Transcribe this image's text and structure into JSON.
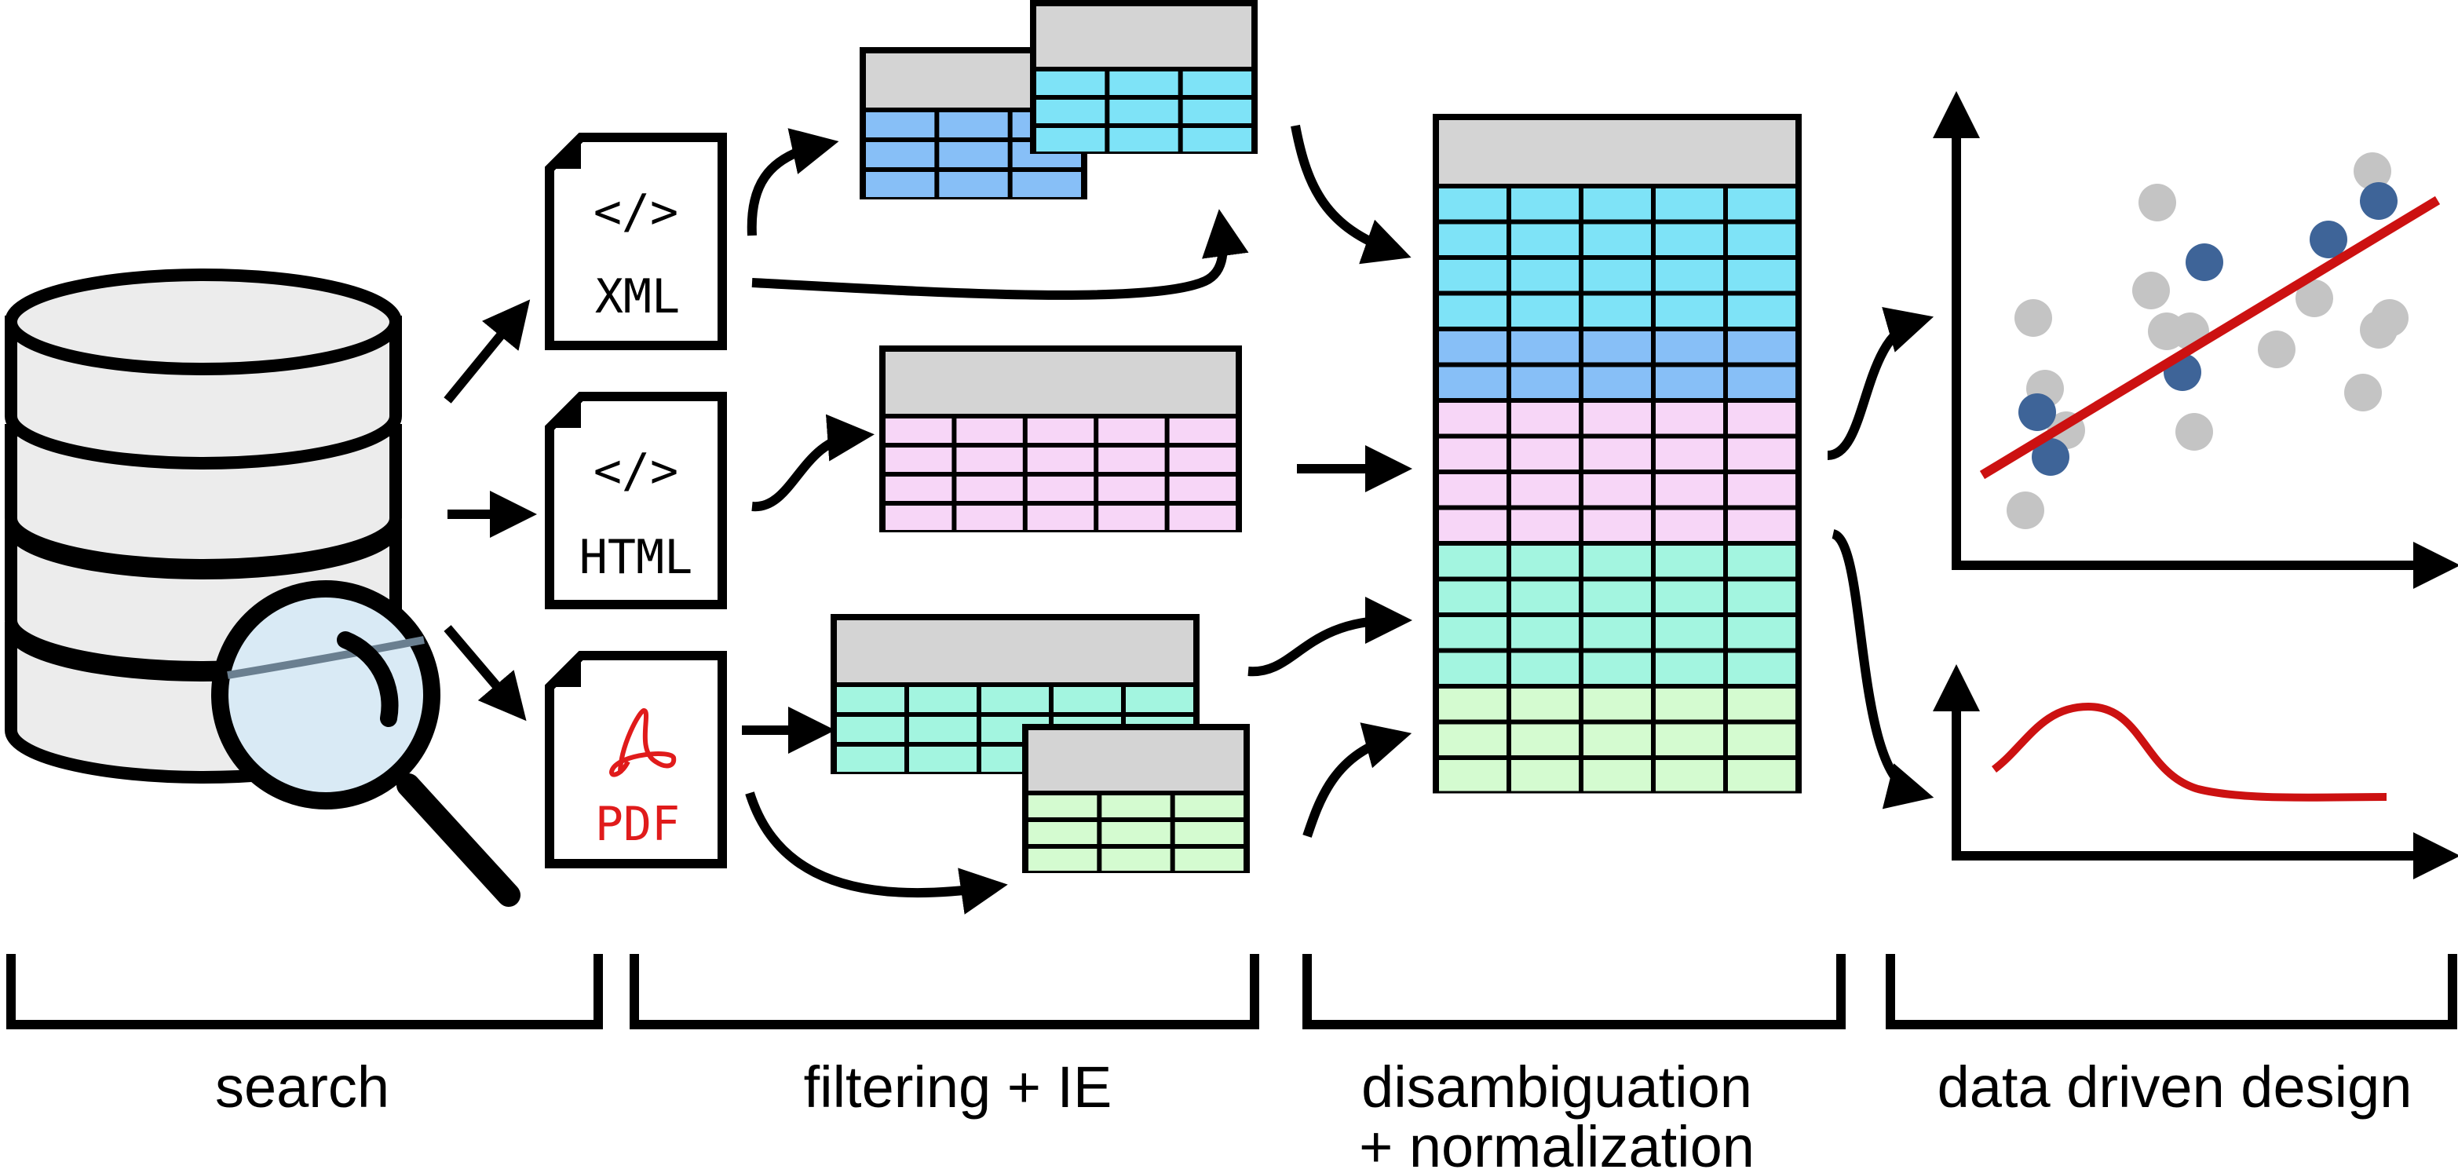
{
  "stages": [
    {
      "label": "search"
    },
    {
      "label": "filtering + IE"
    },
    {
      "label": "disambiguation",
      "label_line2": "+ normalization"
    },
    {
      "label": "data driven design"
    }
  ],
  "documents": [
    {
      "type": "XML",
      "icon": "code-icon",
      "label_color": "#000000"
    },
    {
      "type": "HTML",
      "icon": "code-icon",
      "label_color": "#000000"
    },
    {
      "type": "PDF",
      "icon": "acrobat-icon",
      "label_color": "#e01b1b"
    }
  ],
  "colors": {
    "header_gray": "#d4d4d4",
    "cyan": "#7ee3f7",
    "blue": "#87bff7",
    "pink": "#f7d6f7",
    "teal": "#a3f5e0",
    "green": "#d4fbd0",
    "scatter_gray": "#c4c4c4",
    "scatter_blue": "#3e6498",
    "fit_line": "#cc1111",
    "magnifier_glass": "#d9eaf5"
  },
  "icons": [
    "database-icon",
    "magnifier-icon",
    "xml-file-icon",
    "html-file-icon",
    "pdf-file-icon",
    "table-icon",
    "merged-table-icon",
    "scatter-plot-icon",
    "curve-plot-icon",
    "arrow-icon"
  ]
}
